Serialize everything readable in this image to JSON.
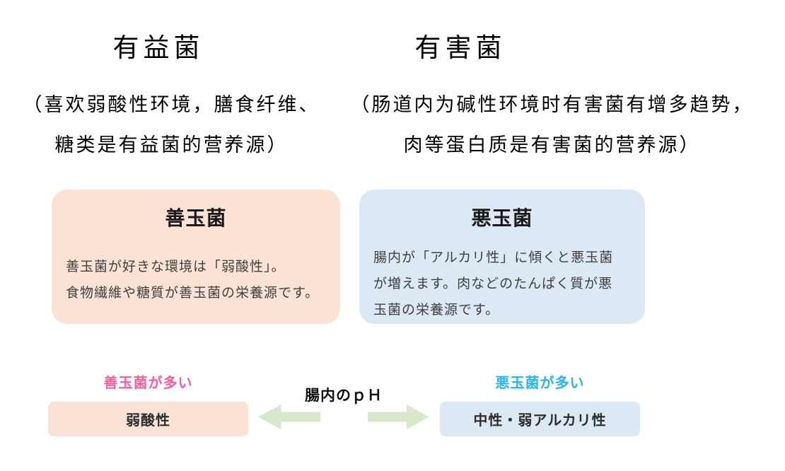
{
  "header": {
    "left_title": "有益菌",
    "right_title": "有害菌",
    "left_note": "（喜欢弱酸性环境，膳食纤维、\n糖类是有益菌的营养源）",
    "right_note": "（肠道内为碱性环境时有害菌有增多趋势，\n肉等蛋白质是有害菌的营养源）"
  },
  "cards": {
    "good": {
      "title": "善玉菌",
      "body": "善玉菌が好きな環境は「弱酸性」。\n食物繊維や糖質が善玉菌の栄養源です。",
      "bg_color": "#FAE3D4"
    },
    "bad": {
      "title": "悪玉菌",
      "body": "腸内が「アルカリ性」に傾くと悪玉菌\nが増えます。肉などのたんぱく質が悪\n玉菌の栄養源です。",
      "bg_color": "#DCE8F3"
    }
  },
  "ph_scale": {
    "good_label": {
      "text": "善玉菌が多い",
      "color": "#F0619E"
    },
    "bad_label": {
      "text": "悪玉菌が多い",
      "color": "#29B5F0"
    },
    "center_label": "腸内のｐＨ",
    "acid_box": {
      "text": "弱酸性",
      "bg_color": "#FAE3D4"
    },
    "alkali_box": {
      "text": "中性・弱アルカリ性",
      "bg_color": "#DCE8F3"
    },
    "arrow_color": "#D7E8CB"
  }
}
